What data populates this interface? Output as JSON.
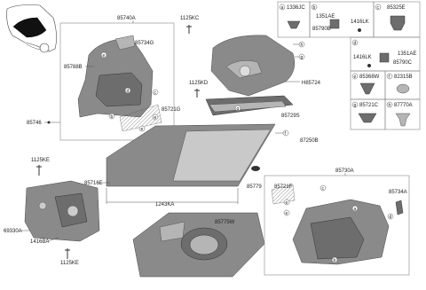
{
  "callouts": {
    "c1": {
      "letter": "a",
      "code": "1336JC"
    },
    "c2": {
      "letter": "b",
      "code": "1351AE",
      "code2": "1416LK",
      "code3": "85790B"
    },
    "c3": {
      "letter": "c",
      "code": "85325E"
    },
    "c4": {
      "letter": "d",
      "code": "1416LK",
      "code2": "1351AE",
      "code3": "85790C"
    },
    "c5": {
      "letter": "e",
      "code": "85368W"
    },
    "c6": {
      "letter": "f",
      "code": "82315B"
    },
    "c7": {
      "letter": "g",
      "code": "85721C"
    },
    "c8": {
      "letter": "h",
      "code": "87770A"
    }
  },
  "parts": {
    "p85740A": "85740A",
    "p1125KC": "1125KC",
    "p85734G": "85734G",
    "p85788B": "85788B",
    "p1125KD": "1125KD",
    "p85721G": "85721G",
    "p85746": "85746",
    "p85724": "H85724",
    "p85729S": "85729S",
    "p87250B": "87250B",
    "p1125KE_a": "1125KE",
    "p85716E": "85716E",
    "p85779": "85779",
    "p1243KA": "1243KA",
    "p69330A": "69330A",
    "p1416BA": "1416BA",
    "p1125KE_b": "1125KE",
    "p85775W": "85775W",
    "p85730A": "85730A",
    "p85721F": "85721F",
    "p85734A": "85734A"
  },
  "letters": {
    "a": "a",
    "b": "b",
    "c": "c",
    "d": "d",
    "e": "e",
    "f": "f",
    "g": "g",
    "h": "h"
  }
}
